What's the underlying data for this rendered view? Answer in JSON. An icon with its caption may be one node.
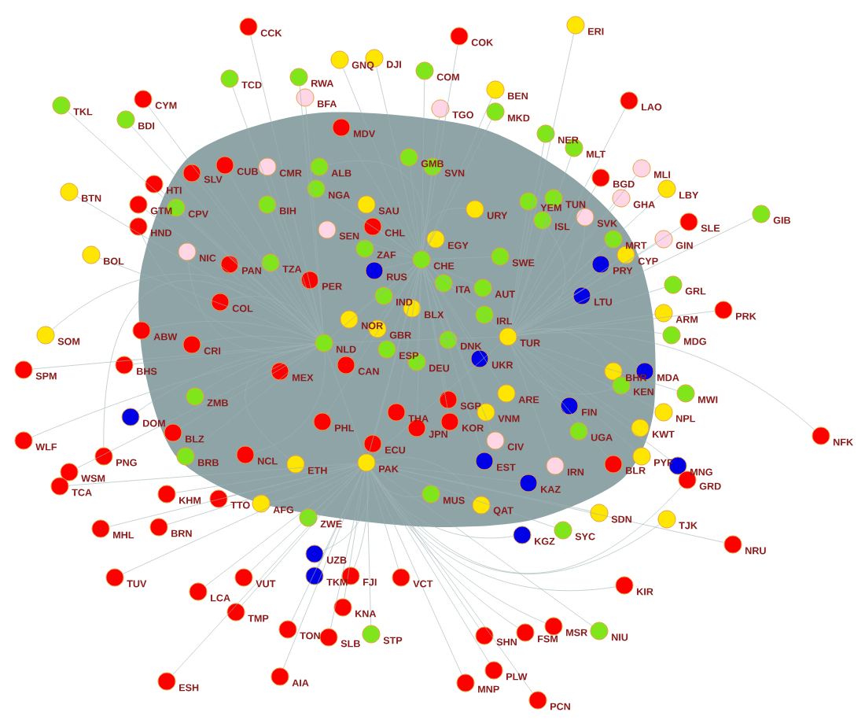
{
  "diagram": {
    "nodes": [
      {
        "text": [],
        "shape": "circle",
        "beside": [
          "CCK"
        ]
      },
      {
        "text": [],
        "shape": "circle",
        "beside": [
          "ERI"
        ]
      },
      {
        "text": [],
        "shape": "circle",
        "beside": [
          "COK"
        ]
      },
      {
        "text": [],
        "shape": "circle",
        "beside": [
          "GNQ"
        ]
      },
      {
        "text": [],
        "shape": "circle",
        "beside": [
          "DJI"
        ]
      },
      {
        "text": [],
        "shape": "circle",
        "beside": [
          "COM"
        ]
      },
      {
        "text": [],
        "shape": "circle",
        "beside": [
          "TCD"
        ]
      },
      {
        "text": [],
        "shape": "circle",
        "beside": [
          "RWA"
        ]
      },
      {
        "text": [],
        "shape": "circle",
        "beside": [
          "BEN"
        ]
      },
      {
        "text": [],
        "shape": "circle",
        "beside": [
          "LAO"
        ]
      },
      {
        "text": [],
        "shape": "circle",
        "beside": [
          "CYM"
        ]
      },
      {
        "text": [],
        "shape": "circle",
        "beside": [
          "TKL"
        ]
      },
      {
        "text": [],
        "shape": "circle",
        "beside": [
          "BFA"
        ]
      },
      {
        "text": [],
        "shape": "circle",
        "beside": [
          "TGO"
        ]
      },
      {
        "text": [],
        "shape": "circle",
        "beside": [
          "MKD"
        ]
      },
      {
        "text": [],
        "shape": "circle",
        "beside": [
          "BDI"
        ]
      },
      {
        "text": [],
        "shape": "circle",
        "beside": [
          "MDV"
        ]
      },
      {
        "text": [],
        "shape": "circle",
        "beside": [
          "NER"
        ]
      },
      {
        "text": [],
        "shape": "circle",
        "beside": [
          "MLT"
        ]
      },
      {
        "text": [],
        "shape": "circle",
        "beside": [
          "GMB"
        ]
      },
      {
        "text": [],
        "shape": "circle",
        "beside": [
          "SVN"
        ]
      },
      {
        "text": [],
        "shape": "circle",
        "beside": [
          "MLI"
        ]
      },
      {
        "text": [],
        "shape": "circle",
        "beside": [
          "CUB"
        ]
      },
      {
        "text": [],
        "shape": "circle",
        "beside": [
          "CMR"
        ]
      },
      {
        "text": [],
        "shape": "circle",
        "beside": [
          "ALB"
        ]
      },
      {
        "text": [],
        "shape": "circle",
        "beside": [
          "SLV"
        ]
      },
      {
        "text": [],
        "shape": "circle",
        "beside": [
          "LBY"
        ]
      },
      {
        "text": [],
        "shape": "circle",
        "beside": [
          "BGD"
        ]
      },
      {
        "text": [],
        "shape": "circle",
        "beside": [
          "HTI"
        ]
      },
      {
        "text": [],
        "shape": "circle",
        "beside": [
          "NGA"
        ]
      },
      {
        "text": [],
        "shape": "circle",
        "beside": [
          "BTN"
        ]
      },
      {
        "text": [],
        "shape": "circle",
        "beside": [
          "YEM"
        ]
      },
      {
        "text": [],
        "shape": "circle",
        "beside": [
          "TUN"
        ]
      },
      {
        "text": [],
        "shape": "circle",
        "beside": [
          "SAU"
        ]
      },
      {
        "text": [],
        "shape": "circle",
        "beside": [
          "URY"
        ]
      },
      {
        "text": [],
        "shape": "circle",
        "beside": [
          "GTM"
        ]
      },
      {
        "text": [],
        "shape": "circle",
        "beside": [
          "CPV"
        ]
      },
      {
        "text": [],
        "shape": "circle",
        "beside": [
          "ISL"
        ]
      },
      {
        "text": [],
        "shape": "circle",
        "beside": [
          "SVK"
        ]
      },
      {
        "text": [],
        "shape": "circle",
        "beside": [
          "BIH"
        ]
      },
      {
        "text": [],
        "shape": "circle",
        "beside": [
          "SLE"
        ]
      },
      {
        "text": [],
        "shape": "circle",
        "beside": [
          "GIB"
        ]
      },
      {
        "text": [],
        "shape": "circle",
        "beside": [
          "HND"
        ]
      },
      {
        "text": [],
        "shape": "circle",
        "beside": [
          "CHL"
        ]
      },
      {
        "text": [],
        "shape": "circle",
        "beside": [
          "GHA"
        ]
      },
      {
        "text": [],
        "shape": "circle",
        "beside": [
          "EGY"
        ]
      },
      {
        "text": [],
        "shape": "circle",
        "beside": [
          "MRT"
        ]
      },
      {
        "text": [],
        "shape": "circle",
        "beside": [
          "GIN"
        ]
      },
      {
        "text": [],
        "shape": "circle",
        "beside": [
          "SEN"
        ]
      },
      {
        "text": [],
        "shape": "circle",
        "beside": [
          "BOL"
        ]
      },
      {
        "text": [],
        "shape": "circle",
        "beside": [
          "SWE"
        ]
      },
      {
        "text": [],
        "shape": "circle",
        "beside": [
          "NIC"
        ]
      },
      {
        "text": [],
        "shape": "circle",
        "beside": [
          "PAN"
        ]
      },
      {
        "text": [],
        "shape": "circle",
        "beside": [
          "CYP"
        ]
      },
      {
        "text": [],
        "shape": "circle",
        "beside": [
          "TZA"
        ]
      },
      {
        "text": [],
        "shape": "circle",
        "beside": [
          "ZAF"
        ]
      },
      {
        "text": [],
        "shape": "circle",
        "beside": [
          "CHE"
        ]
      },
      {
        "text": [],
        "shape": "circle",
        "beside": [
          "RUS"
        ]
      },
      {
        "text": [],
        "shape": "circle",
        "beside": [
          "PRY"
        ]
      },
      {
        "text": [],
        "shape": "circle",
        "beside": [
          "PER"
        ]
      },
      {
        "text": [],
        "shape": "circle",
        "beside": [
          "ITA"
        ]
      },
      {
        "text": [],
        "shape": "circle",
        "beside": [
          "GRL"
        ]
      },
      {
        "text": [],
        "shape": "circle",
        "beside": [
          "AUT"
        ]
      },
      {
        "text": [],
        "shape": "circle",
        "beside": [
          "LTU"
        ]
      },
      {
        "text": [],
        "shape": "circle",
        "beside": [
          "IND"
        ]
      },
      {
        "text": [],
        "shape": "circle",
        "beside": [
          "BLX"
        ]
      },
      {
        "text": [],
        "shape": "circle",
        "beside": [
          "COL"
        ]
      },
      {
        "text": [],
        "shape": "circle",
        "beside": [
          "ARM"
        ]
      },
      {
        "text": [],
        "shape": "circle",
        "beside": [
          "PRK"
        ]
      },
      {
        "text": [],
        "shape": "circle",
        "beside": [
          "NOR"
        ]
      },
      {
        "text": [],
        "shape": "circle",
        "beside": [
          "GBR"
        ]
      },
      {
        "text": [],
        "shape": "circle",
        "beside": [
          "IRL"
        ]
      },
      {
        "text": [],
        "shape": "circle",
        "beside": [
          "ABW"
        ]
      },
      {
        "text": [],
        "shape": "circle",
        "beside": [
          "SOM"
        ]
      },
      {
        "text": [],
        "shape": "circle",
        "beside": [
          "MDG"
        ]
      },
      {
        "text": [],
        "shape": "circle",
        "beside": [
          "TUR"
        ]
      },
      {
        "text": [],
        "shape": "circle",
        "beside": [
          "CRI"
        ]
      },
      {
        "text": [],
        "shape": "circle",
        "beside": [
          "NLD"
        ]
      },
      {
        "text": [],
        "shape": "circle",
        "beside": [
          "ESP"
        ]
      },
      {
        "text": [],
        "shape": "circle",
        "beside": [
          "DNK"
        ]
      },
      {
        "text": [],
        "shape": "circle",
        "beside": [
          "UKR"
        ]
      },
      {
        "text": [],
        "shape": "circle",
        "beside": [
          "DEU"
        ]
      },
      {
        "text": [],
        "shape": "circle",
        "beside": [
          "CAN"
        ]
      },
      {
        "text": [],
        "shape": "circle",
        "beside": [
          "BHR"
        ]
      },
      {
        "text": [],
        "shape": "circle",
        "beside": [
          "MEX"
        ]
      },
      {
        "text": [],
        "shape": "circle",
        "beside": [
          "BHS"
        ]
      },
      {
        "text": [],
        "shape": "circle",
        "beside": [
          "SPM"
        ]
      },
      {
        "text": [],
        "shape": "circle",
        "beside": [
          "ARE"
        ]
      },
      {
        "text": [],
        "shape": "circle",
        "beside": [
          "MWI"
        ]
      },
      {
        "text": [],
        "shape": "circle",
        "beside": [
          "KEN"
        ]
      },
      {
        "text": [],
        "shape": "circle",
        "beside": [
          "MDA"
        ]
      },
      {
        "text": [],
        "shape": "circle",
        "beside": [
          "ZMB"
        ]
      },
      {
        "text": [],
        "shape": "circle",
        "beside": [
          "SGP"
        ]
      },
      {
        "text": [],
        "shape": "circle",
        "beside": [
          "FIN"
        ]
      },
      {
        "text": [],
        "shape": "circle",
        "beside": [
          "VNM"
        ]
      },
      {
        "text": [],
        "shape": "circle",
        "beside": [
          "THA"
        ]
      },
      {
        "text": [],
        "shape": "circle",
        "beside": [
          "KOR"
        ]
      },
      {
        "text": [],
        "shape": "circle",
        "beside": [
          "DOM"
        ]
      },
      {
        "text": [],
        "shape": "circle",
        "beside": [
          "JPN"
        ]
      },
      {
        "text": [],
        "shape": "circle",
        "beside": [
          "PHL"
        ]
      },
      {
        "text": [],
        "shape": "circle",
        "beside": [
          "UGA"
        ]
      },
      {
        "text": [],
        "shape": "circle",
        "beside": [
          "NPL"
        ]
      },
      {
        "text": [],
        "shape": "circle",
        "beside": [
          "KWT"
        ]
      },
      {
        "text": [],
        "shape": "circle",
        "beside": [
          "NFK"
        ]
      },
      {
        "text": [],
        "shape": "circle",
        "beside": [
          "CIV"
        ]
      },
      {
        "text": [],
        "shape": "circle",
        "beside": [
          "WLF"
        ]
      },
      {
        "text": [],
        "shape": "circle",
        "beside": [
          "BLZ"
        ]
      },
      {
        "text": [],
        "shape": "circle",
        "beside": [
          "ECU"
        ]
      },
      {
        "text": [],
        "shape": "circle",
        "beside": [
          "IRN"
        ]
      },
      {
        "text": [],
        "shape": "circle",
        "beside": [
          "NCL"
        ]
      },
      {
        "text": [],
        "shape": "circle",
        "beside": [
          "BRB"
        ]
      },
      {
        "text": [],
        "shape": "circle",
        "beside": [
          "PNG"
        ]
      },
      {
        "text": [],
        "shape": "circle",
        "beside": [
          "EST"
        ]
      },
      {
        "text": [],
        "shape": "circle",
        "beside": [
          "PAK"
        ]
      },
      {
        "text": [],
        "shape": "circle",
        "beside": [
          "ETH"
        ]
      },
      {
        "text": [],
        "shape": "circle",
        "beside": [
          "BLR"
        ]
      },
      {
        "text": [],
        "shape": "circle",
        "beside": [
          "MNG"
        ]
      },
      {
        "text": [],
        "shape": "circle",
        "beside": [
          "PYF"
        ]
      },
      {
        "text": [],
        "shape": "circle",
        "beside": [
          "WSM"
        ]
      },
      {
        "text": [],
        "shape": "circle",
        "beside": [
          "GRD"
        ]
      },
      {
        "text": [],
        "shape": "circle",
        "beside": [
          "TCA"
        ]
      },
      {
        "text": [],
        "shape": "circle",
        "beside": [
          "KAZ"
        ]
      },
      {
        "text": [],
        "shape": "circle",
        "beside": [
          "MUS"
        ]
      },
      {
        "text": [],
        "shape": "circle",
        "beside": [
          "KHM"
        ]
      },
      {
        "text": [],
        "shape": "circle",
        "beside": [
          "TTO"
        ]
      },
      {
        "text": [],
        "shape": "circle",
        "beside": [
          "AFG"
        ]
      },
      {
        "text": [],
        "shape": "circle",
        "beside": [
          "QAT"
        ]
      },
      {
        "text": [],
        "shape": "circle",
        "beside": [
          "SDN"
        ]
      },
      {
        "text": [],
        "shape": "circle",
        "beside": [
          "ZWE"
        ]
      },
      {
        "text": [],
        "shape": "circle",
        "beside": [
          "TJK"
        ]
      },
      {
        "text": [],
        "shape": "circle",
        "beside": [
          "MHL"
        ]
      },
      {
        "text": [],
        "shape": "circle",
        "beside": [
          "BRN"
        ]
      },
      {
        "text": [],
        "shape": "circle",
        "beside": [
          "KGZ"
        ]
      },
      {
        "text": [],
        "shape": "circle",
        "beside": [
          "SYC"
        ]
      },
      {
        "text": [],
        "shape": "circle",
        "beside": [
          "NRU"
        ]
      },
      {
        "text": [],
        "shape": "circle",
        "beside": [
          "UZB"
        ]
      },
      {
        "text": [],
        "shape": "circle",
        "beside": [
          "TKM"
        ]
      },
      {
        "text": [],
        "shape": "circle",
        "beside": [
          "FJI"
        ]
      },
      {
        "text": [],
        "shape": "circle",
        "beside": [
          "VCT"
        ]
      },
      {
        "text": [],
        "shape": "circle",
        "beside": [
          "VUT"
        ]
      },
      {
        "text": [],
        "shape": "circle",
        "beside": [
          "TUV"
        ]
      },
      {
        "text": [],
        "shape": "circle",
        "beside": [
          "KIR"
        ]
      },
      {
        "text": [],
        "shape": "circle",
        "beside": [
          "LCA"
        ]
      },
      {
        "text": [],
        "shape": "circle",
        "beside": [
          "KNA"
        ]
      },
      {
        "text": [],
        "shape": "circle",
        "beside": [
          "TMP"
        ]
      },
      {
        "text": [],
        "shape": "circle",
        "beside": [
          "TON"
        ]
      },
      {
        "text": [],
        "shape": "circle",
        "beside": [
          "NIU"
        ]
      },
      {
        "text": [],
        "shape": "circle",
        "beside": [
          "MSR"
        ]
      },
      {
        "text": [],
        "shape": "circle",
        "beside": [
          "SHN"
        ]
      },
      {
        "text": [],
        "shape": "circle",
        "beside": [
          "FSM"
        ]
      },
      {
        "text": [],
        "shape": "circle",
        "beside": [
          "STP"
        ]
      },
      {
        "text": [],
        "shape": "circle",
        "beside": [
          "SLB"
        ]
      },
      {
        "text": [],
        "shape": "circle",
        "beside": [
          "PLW"
        ]
      },
      {
        "text": [],
        "shape": "circle",
        "beside": [
          "AIA"
        ]
      },
      {
        "text": [],
        "shape": "circle",
        "beside": [
          "ESH"
        ]
      },
      {
        "text": [],
        "shape": "circle",
        "beside": [
          "MNP"
        ]
      },
      {
        "text": [],
        "shape": "circle",
        "beside": [
          "PCN"
        ]
      }
    ],
    "edges": [
      {
        "from": 0,
        "to": 77,
        "arrow": "none"
      },
      {
        "from": 1,
        "to": 75,
        "arrow": "none"
      },
      {
        "from": 2,
        "to": 56,
        "arrow": "none"
      },
      {
        "from": 3,
        "to": 56,
        "arrow": "none"
      },
      {
        "from": 4,
        "to": 56,
        "arrow": "none"
      },
      {
        "from": 5,
        "to": 56,
        "arrow": "none"
      },
      {
        "from": 6,
        "to": 77,
        "arrow": "none"
      },
      {
        "from": 7,
        "to": 77,
        "arrow": "none"
      },
      {
        "from": 8,
        "to": 56,
        "arrow": "none"
      },
      {
        "from": 9,
        "to": 75,
        "arrow": "none"
      },
      {
        "from": 10,
        "to": 77,
        "arrow": "none"
      },
      {
        "from": 11,
        "to": 77,
        "arrow": "none"
      },
      {
        "from": 12,
        "to": 77,
        "arrow": "none"
      },
      {
        "from": 13,
        "to": 56,
        "arrow": "none"
      },
      {
        "from": 14,
        "to": 56,
        "arrow": "none"
      },
      {
        "from": 15,
        "to": 77,
        "arrow": "none"
      },
      {
        "from": 16,
        "to": 56,
        "arrow": "none"
      },
      {
        "from": 17,
        "to": 75,
        "arrow": "none"
      },
      {
        "from": 18,
        "to": 75,
        "arrow": "none"
      },
      {
        "from": 19,
        "to": 56,
        "arrow": "none"
      },
      {
        "from": 20,
        "to": 56,
        "arrow": "none"
      },
      {
        "from": 21,
        "to": 75,
        "arrow": "none"
      },
      {
        "from": 22,
        "to": 77,
        "arrow": "none"
      },
      {
        "from": 23,
        "to": 77,
        "arrow": "none"
      },
      {
        "from": 24,
        "to": 56,
        "arrow": "none"
      },
      {
        "from": 25,
        "to": 77,
        "arrow": "none"
      },
      {
        "from": 26,
        "to": 75,
        "arrow": "none"
      },
      {
        "from": 27,
        "to": 75,
        "arrow": "none"
      },
      {
        "from": 28,
        "to": 77,
        "arrow": "none"
      },
      {
        "from": 29,
        "to": 56,
        "arrow": "none"
      },
      {
        "from": 30,
        "to": 77,
        "arrow": "none"
      },
      {
        "from": 31,
        "to": 75,
        "arrow": "none"
      },
      {
        "from": 32,
        "to": 75,
        "arrow": "none"
      },
      {
        "from": 33,
        "to": 56,
        "arrow": "none"
      },
      {
        "from": 34,
        "to": 56,
        "arrow": "none"
      },
      {
        "from": 35,
        "to": 77,
        "arrow": "none"
      },
      {
        "from": 36,
        "to": 77,
        "arrow": "none"
      },
      {
        "from": 37,
        "to": 75,
        "arrow": "none"
      },
      {
        "from": 38,
        "to": 75,
        "arrow": "none"
      },
      {
        "from": 39,
        "to": 77,
        "arrow": "none"
      },
      {
        "from": 40,
        "to": 75,
        "arrow": "none"
      },
      {
        "from": 41,
        "to": 75,
        "arrow": "none"
      },
      {
        "from": 42,
        "to": 77,
        "arrow": "none"
      },
      {
        "from": 43,
        "to": 56,
        "arrow": "none"
      },
      {
        "from": 44,
        "to": 75,
        "arrow": "none"
      },
      {
        "from": 45,
        "to": 56,
        "arrow": "none"
      },
      {
        "from": 46,
        "to": 75,
        "arrow": "none"
      },
      {
        "from": 47,
        "to": 75,
        "arrow": "none"
      },
      {
        "from": 48,
        "to": 56,
        "arrow": "none"
      },
      {
        "from": 49,
        "to": 77,
        "arrow": "none"
      },
      {
        "from": 50,
        "to": 56,
        "arrow": "none"
      },
      {
        "from": 51,
        "to": 77,
        "arrow": "none"
      },
      {
        "from": 52,
        "to": 77,
        "arrow": "none"
      },
      {
        "from": 53,
        "to": 75,
        "arrow": "none"
      },
      {
        "from": 54,
        "to": 77,
        "arrow": "none"
      },
      {
        "from": 55,
        "to": 56,
        "arrow": "none"
      },
      {
        "from": 57,
        "to": 56,
        "arrow": "none"
      },
      {
        "from": 58,
        "to": 75,
        "arrow": "none"
      },
      {
        "from": 59,
        "to": 77,
        "arrow": "none"
      },
      {
        "from": 60,
        "to": 56,
        "arrow": "none"
      },
      {
        "from": 61,
        "to": 75,
        "arrow": "none"
      },
      {
        "from": 62,
        "to": 56,
        "arrow": "none"
      },
      {
        "from": 63,
        "to": 75,
        "arrow": "none"
      },
      {
        "from": 64,
        "to": 56,
        "arrow": "none"
      },
      {
        "from": 65,
        "to": 56,
        "arrow": "none"
      },
      {
        "from": 66,
        "to": 77,
        "arrow": "none"
      },
      {
        "from": 67,
        "to": 75,
        "arrow": "none"
      },
      {
        "from": 68,
        "to": 75,
        "arrow": "none"
      },
      {
        "from": 69,
        "to": 56,
        "arrow": "none"
      },
      {
        "from": 70,
        "to": 56,
        "arrow": "none"
      },
      {
        "from": 71,
        "to": 56,
        "arrow": "none"
      },
      {
        "from": 72,
        "to": 77,
        "arrow": "none"
      },
      {
        "from": 73,
        "to": 77,
        "arrow": "none"
      },
      {
        "from": 74,
        "to": 75,
        "arrow": "none"
      },
      {
        "from": 76,
        "to": 77,
        "arrow": "none"
      },
      {
        "from": 78,
        "to": 56,
        "arrow": "none"
      },
      {
        "from": 79,
        "to": 56,
        "arrow": "none"
      },
      {
        "from": 80,
        "to": 56,
        "arrow": "none"
      },
      {
        "from": 81,
        "to": 56,
        "arrow": "none"
      },
      {
        "from": 82,
        "to": 56,
        "arrow": "none"
      },
      {
        "from": 83,
        "to": 75,
        "arrow": "none"
      },
      {
        "from": 84,
        "to": 77,
        "arrow": "none"
      },
      {
        "from": 85,
        "to": 77,
        "arrow": "none"
      },
      {
        "from": 86,
        "to": 77,
        "arrow": "none"
      },
      {
        "from": 87,
        "to": 56,
        "arrow": "none"
      },
      {
        "from": 88,
        "to": 75,
        "arrow": "none"
      },
      {
        "from": 89,
        "to": 75,
        "arrow": "none"
      },
      {
        "from": 90,
        "to": 75,
        "arrow": "none"
      },
      {
        "from": 91,
        "to": 77,
        "arrow": "none"
      },
      {
        "from": 92,
        "to": 56,
        "arrow": "none"
      },
      {
        "from": 93,
        "to": 75,
        "arrow": "none"
      },
      {
        "from": 94,
        "to": 56,
        "arrow": "none"
      },
      {
        "from": 95,
        "to": 56,
        "arrow": "none"
      },
      {
        "from": 96,
        "to": 56,
        "arrow": "none"
      },
      {
        "from": 97,
        "to": 77,
        "arrow": "none"
      },
      {
        "from": 98,
        "to": 56,
        "arrow": "none"
      },
      {
        "from": 99,
        "to": 56,
        "arrow": "none"
      },
      {
        "from": 100,
        "to": 75,
        "arrow": "none"
      },
      {
        "from": 101,
        "to": 75,
        "arrow": "none"
      },
      {
        "from": 102,
        "to": 75,
        "arrow": "none"
      },
      {
        "from": 103,
        "to": 75,
        "arrow": "none"
      },
      {
        "from": 104,
        "to": 56,
        "arrow": "none"
      },
      {
        "from": 105,
        "to": 77,
        "arrow": "none"
      },
      {
        "from": 106,
        "to": 77,
        "arrow": "none"
      },
      {
        "from": 107,
        "to": 56,
        "arrow": "none"
      },
      {
        "from": 108,
        "to": 75,
        "arrow": "none"
      },
      {
        "from": 109,
        "to": 77,
        "arrow": "none"
      },
      {
        "from": 110,
        "to": 77,
        "arrow": "none"
      },
      {
        "from": 111,
        "to": 77,
        "arrow": "none"
      },
      {
        "from": 112,
        "to": 56,
        "arrow": "none"
      },
      {
        "from": 114,
        "to": 77,
        "arrow": "none"
      },
      {
        "from": 115,
        "to": 75,
        "arrow": "none"
      },
      {
        "from": 116,
        "to": 75,
        "arrow": "none"
      },
      {
        "from": 117,
        "to": 75,
        "arrow": "none"
      },
      {
        "from": 118,
        "to": 77,
        "arrow": "none"
      },
      {
        "from": 119,
        "to": 113,
        "arrow": "none"
      },
      {
        "from": 120,
        "to": 113,
        "arrow": "none"
      },
      {
        "from": 121,
        "to": 113,
        "arrow": "none"
      },
      {
        "from": 122,
        "to": 113,
        "arrow": "none"
      },
      {
        "from": 123,
        "to": 113,
        "arrow": "none"
      },
      {
        "from": 124,
        "to": 113,
        "arrow": "none"
      },
      {
        "from": 125,
        "to": 113,
        "arrow": "none"
      },
      {
        "from": 126,
        "to": 113,
        "arrow": "none"
      },
      {
        "from": 127,
        "to": 113,
        "arrow": "none"
      },
      {
        "from": 128,
        "to": 113,
        "arrow": "none"
      },
      {
        "from": 129,
        "to": 113,
        "arrow": "none"
      },
      {
        "from": 130,
        "to": 113,
        "arrow": "none"
      },
      {
        "from": 131,
        "to": 113,
        "arrow": "none"
      },
      {
        "from": 132,
        "to": 113,
        "arrow": "none"
      },
      {
        "from": 133,
        "to": 113,
        "arrow": "none"
      },
      {
        "from": 134,
        "to": 113,
        "arrow": "none"
      },
      {
        "from": 135,
        "to": 113,
        "arrow": "none"
      },
      {
        "from": 136,
        "to": 113,
        "arrow": "none"
      },
      {
        "from": 137,
        "to": 113,
        "arrow": "none"
      },
      {
        "from": 138,
        "to": 113,
        "arrow": "none"
      },
      {
        "from": 139,
        "to": 113,
        "arrow": "none"
      },
      {
        "from": 140,
        "to": 113,
        "arrow": "none"
      },
      {
        "from": 141,
        "to": 113,
        "arrow": "none"
      },
      {
        "from": 142,
        "to": 113,
        "arrow": "none"
      },
      {
        "from": 143,
        "to": 113,
        "arrow": "none"
      },
      {
        "from": 144,
        "to": 113,
        "arrow": "none"
      },
      {
        "from": 145,
        "to": 113,
        "arrow": "none"
      },
      {
        "from": 146,
        "to": 113,
        "arrow": "none"
      },
      {
        "from": 147,
        "to": 113,
        "arrow": "none"
      },
      {
        "from": 148,
        "to": 113,
        "arrow": "none"
      },
      {
        "from": 149,
        "to": 113,
        "arrow": "none"
      },
      {
        "from": 150,
        "to": 113,
        "arrow": "none"
      },
      {
        "from": 151,
        "to": 113,
        "arrow": "none"
      },
      {
        "from": 152,
        "to": 113,
        "arrow": "none"
      },
      {
        "from": 153,
        "to": 113,
        "arrow": "none"
      },
      {
        "from": 154,
        "to": 113,
        "arrow": "none"
      },
      {
        "from": 155,
        "to": 113,
        "arrow": "none"
      },
      {
        "from": 156,
        "to": 113,
        "arrow": "none"
      },
      {
        "from": 56,
        "to": 75,
        "arrow": "none"
      },
      {
        "from": 56,
        "to": 77,
        "arrow": "none"
      },
      {
        "from": 56,
        "to": 113,
        "arrow": "none"
      },
      {
        "from": 75,
        "to": 113,
        "arrow": "none"
      },
      {
        "from": 77,
        "to": 113,
        "arrow": "none"
      },
      {
        "from": 75,
        "to": 77,
        "arrow": "none"
      }
    ]
  }
}
